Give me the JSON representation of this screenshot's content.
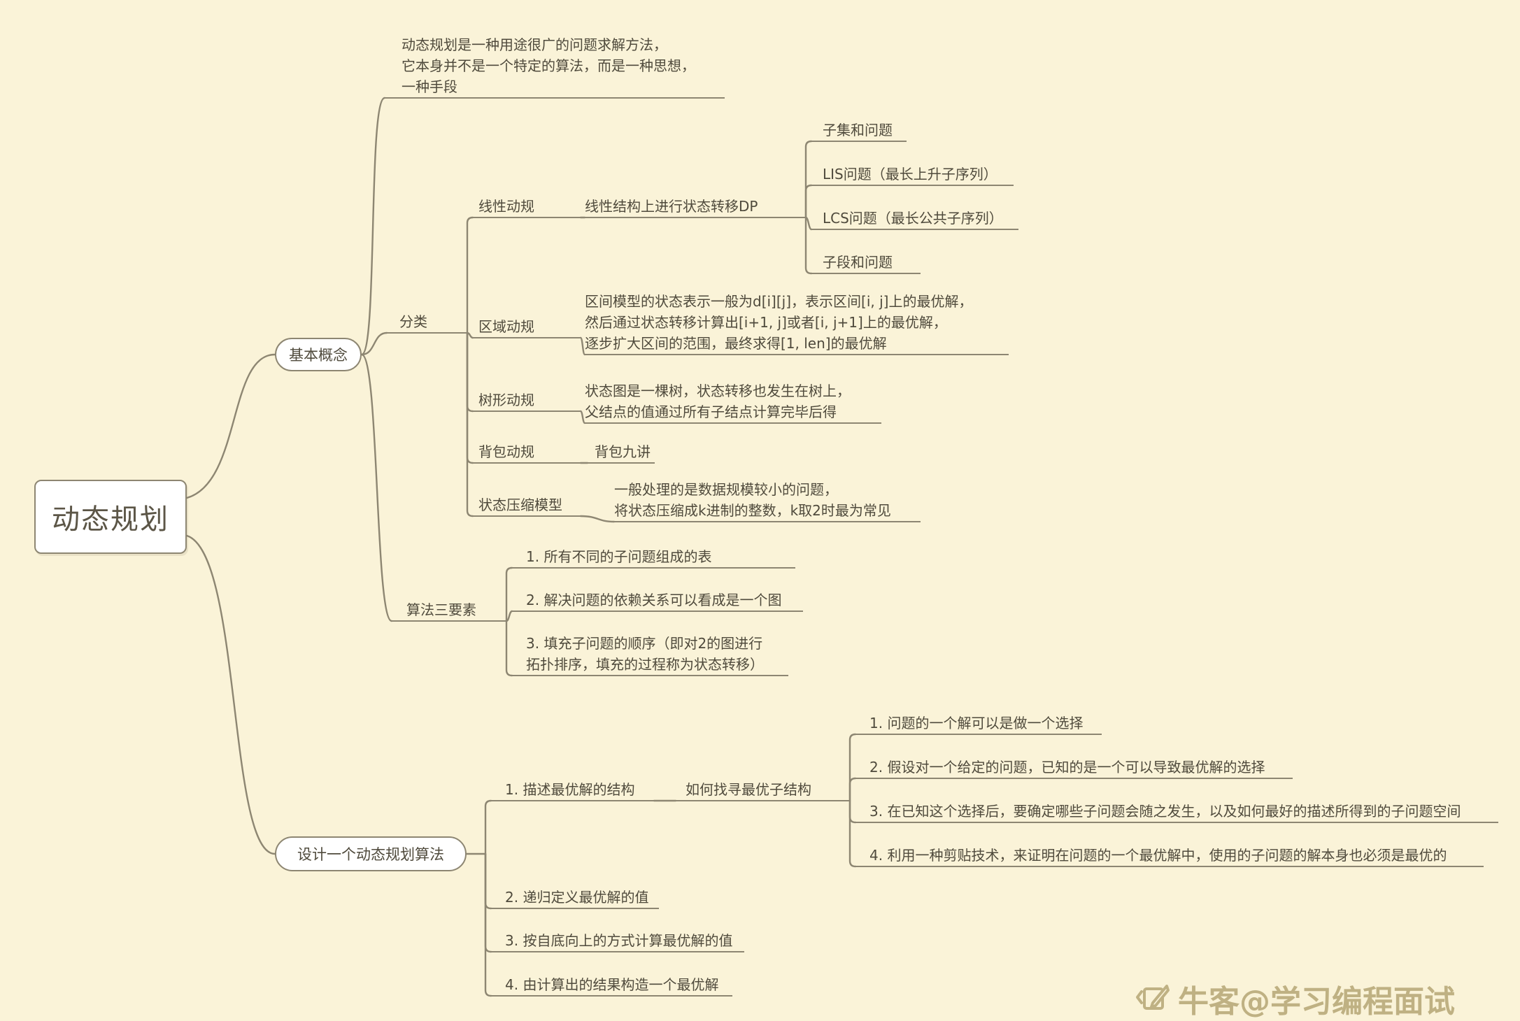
{
  "root": {
    "label": "动态规划"
  },
  "basic": {
    "label": "基本概念",
    "note_lines": [
      "动态规划是一种用途很广的问题求解方法，",
      "它本身并不是一个特定的算法，而是一种思想，",
      "一种手段"
    ],
    "classify": {
      "label": "分类",
      "linear": {
        "label": "线性动规",
        "desc": "线性结构上进行状态转移DP",
        "children": [
          "子集和问题",
          "LIS问题（最长上升子序列）",
          "LCS问题（最长公共子序列）",
          "子段和问题"
        ]
      },
      "interval": {
        "label": "区域动规",
        "desc_lines": [
          "区间模型的状态表示一般为d[i][j]，表示区间[i, j]上的最优解，",
          "然后通过状态转移计算出[i+1, j]或者[i, j+1]上的最优解，",
          "逐步扩大区间的范围，最终求得[1, len]的最优解"
        ]
      },
      "tree": {
        "label": "树形动规",
        "desc_lines": [
          "状态图是一棵树，状态转移也发生在树上，",
          "父结点的值通过所有子结点计算完毕后得"
        ]
      },
      "knapsack": {
        "label": "背包动规",
        "desc": "背包九讲"
      },
      "compress": {
        "label": "状态压缩模型",
        "desc_lines": [
          "一般处理的是数据规模较小的问题，",
          "将状态压缩成k进制的整数，k取2时最为常见"
        ]
      }
    },
    "elements": {
      "label": "算法三要素",
      "item1": "1. 所有不同的子问题组成的表",
      "item2": "2. 解决问题的依赖关系可以看成是一个图",
      "item3_lines": [
        "3. 填充子问题的顺序（即对2的图进行",
        "拓扑排序，填充的过程称为状态转移）"
      ]
    }
  },
  "design": {
    "label": "设计一个动态规划算法",
    "step1": {
      "label": "1. 描述最优解的结构",
      "how": {
        "label": "如何找寻最优子结构",
        "children": [
          "1. 问题的一个解可以是做一个选择",
          "2. 假设对一个给定的问题，已知的是一个可以导致最优解的选择",
          "3. 在已知这个选择后，要确定哪些子问题会随之发生，以及如何最好的描述所得到的子问题空间",
          "4. 利用一种剪贴技术，来证明在问题的一个最优解中，使用的子问题的解本身也必须是最优的"
        ]
      }
    },
    "step2": "2. 递归定义最优解的值",
    "step3": "3. 按自底向上的方式计算最优解的值",
    "step4": "4. 由计算出的结果构造一个最优解"
  },
  "watermark": {
    "text": "牛客@学习编程面试",
    "icon": "pencil-edit-icon"
  },
  "colors": {
    "background": "#FAF3D8",
    "line": "#8D8672",
    "text": "#4F4A3C",
    "node_fill": "#FFFFFF",
    "node_border": "#8D8672",
    "watermark": "#BFB183"
  }
}
